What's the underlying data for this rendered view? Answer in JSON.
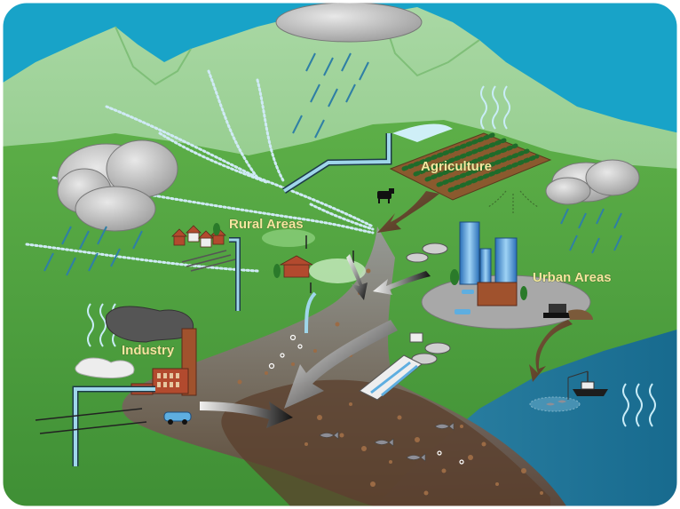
{
  "labels": {
    "agriculture": "Agriculture",
    "rural": "Rural Areas",
    "urban": "Urban Areas",
    "industry": "Industry"
  },
  "colors": {
    "sky": "#18a3c8",
    "mountain": "#8ecb8a",
    "land": "#4fa23e",
    "sea": "#1b6f93",
    "pollution": "#6b4a33",
    "cloud": "#bdbdbd",
    "label": "#f5e7a0",
    "water": "#bfe8f2",
    "pipe": "#9fcfe0"
  }
}
